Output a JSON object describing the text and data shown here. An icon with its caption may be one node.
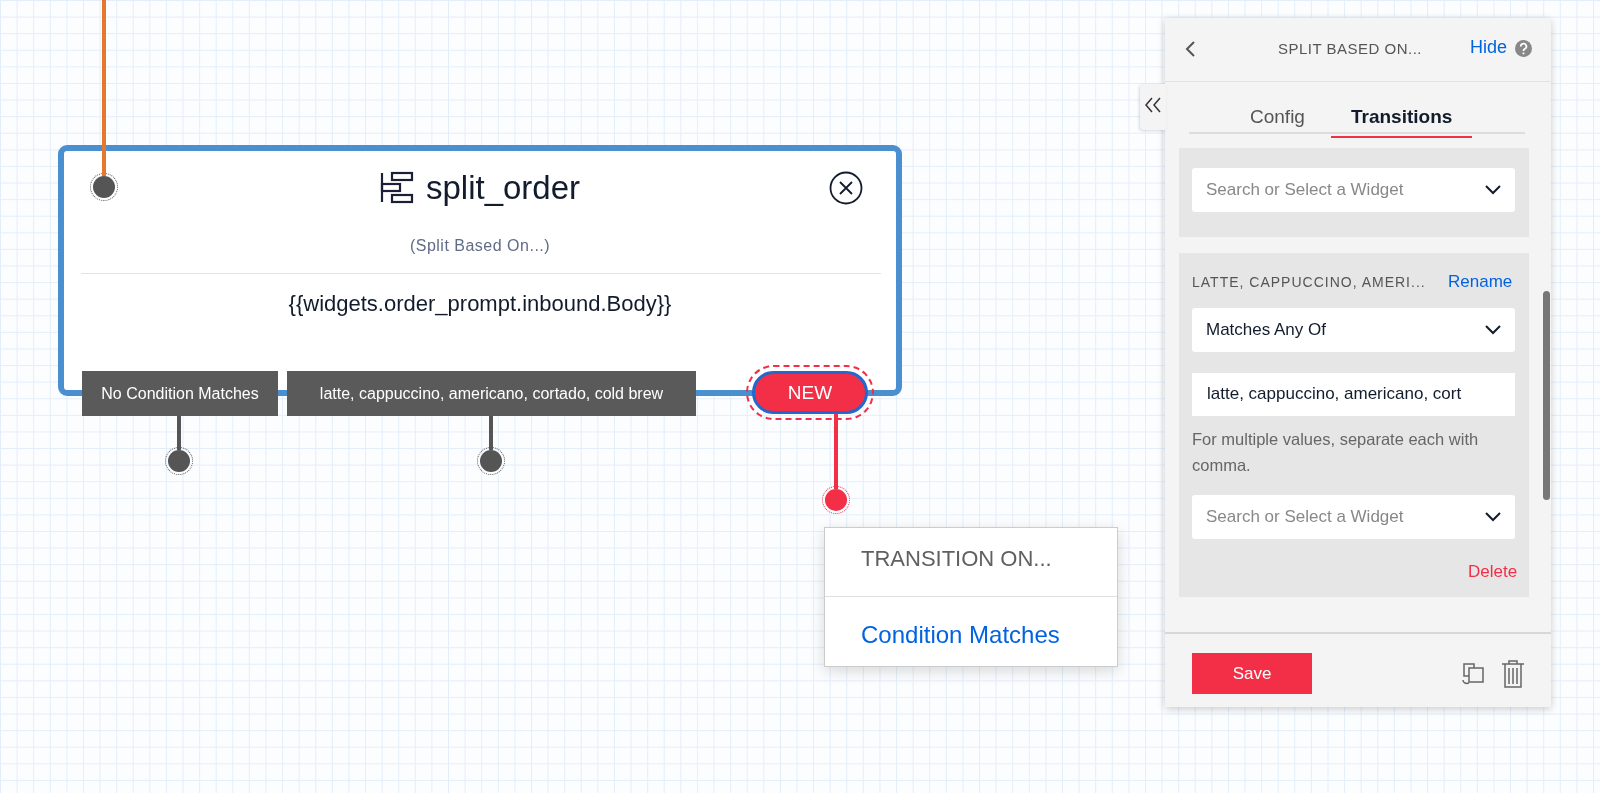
{
  "diagram": {
    "nodes": [
      {
        "text": [
          "split_order",
          "(Split Based On...)",
          "{{widgets.order_prompt.inbound.Body}}"
        ]
      },
      {
        "text": [],
        "shape": "circle",
        "in": 0
      },
      {
        "text": [
          "No Condition Matches"
        ]
      },
      {
        "text": [
          "latte, cappuccino, americano, cortado, cold brew"
        ]
      },
      {
        "text": [
          "NEW"
        ]
      },
      {
        "text": [],
        "shape": "circle"
      },
      {
        "text": [],
        "shape": "circle"
      },
      {
        "text": [],
        "shape": "circle"
      },
      {
        "text": [
          "TRANSITION ON...",
          "Condition Matches"
        ]
      }
    ],
    "edges": [
      {
        "from": null,
        "to": 1,
        "arrow": "none",
        "color": "#e8772e"
      },
      {
        "from": 2,
        "to": 5,
        "arrow": "none"
      },
      {
        "from": 3,
        "to": 6,
        "arrow": "none"
      },
      {
        "from": 4,
        "to": 7,
        "arrow": "none",
        "color": "#f22f46"
      }
    ],
    "labels": [
      "SPLIT BASED ON...",
      "Hide",
      "Config",
      "Transitions",
      "Search or Select a Widget",
      "LATTE, CAPPUCCINO, AMERI...",
      "Rename",
      "Matches Any Of",
      "latte, cappuccino, americano, cort",
      "For multiple values, separate each with comma.",
      "Search or Select a Widget",
      "Delete",
      "Save"
    ]
  }
}
